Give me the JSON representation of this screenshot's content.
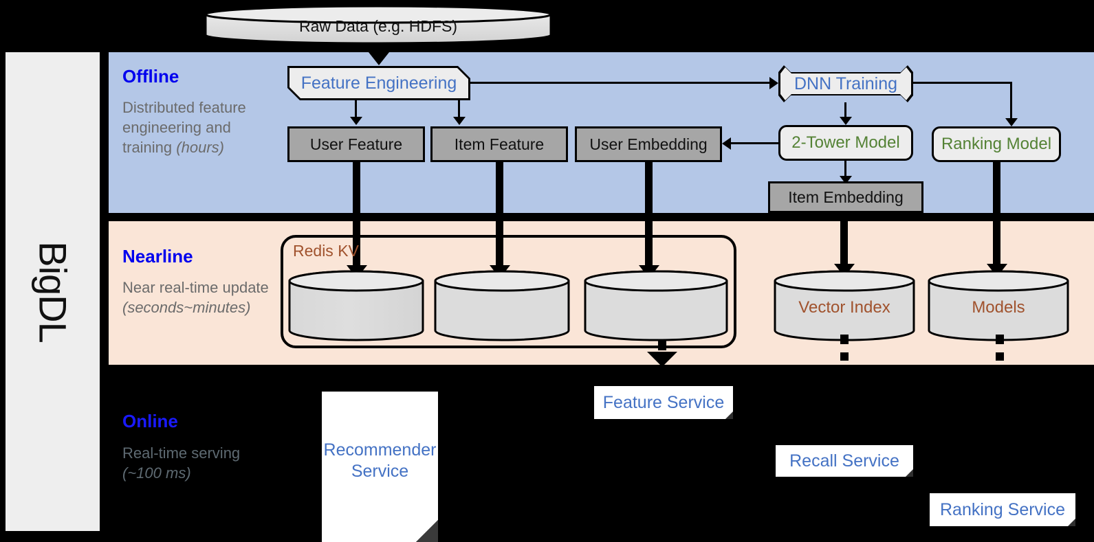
{
  "sidebar": {
    "label": "BigDL"
  },
  "bands": {
    "offline": {
      "title": "Offline",
      "desc_line1": "Distributed feature engineering and training ",
      "desc_italic": "(hours)"
    },
    "nearline": {
      "title": "Nearline",
      "desc_line1": "Near real-time update ",
      "desc_italic": "(seconds~minutes)"
    },
    "online": {
      "title": "Online",
      "desc_line1": "Real-time serving ",
      "desc_italic": "(~100 ms)"
    }
  },
  "nodes": {
    "raw_data": "Raw Data (e.g. HDFS)",
    "feature_engineering": "Feature Engineering",
    "dnn_training": "DNN Training",
    "user_feature": "User Feature",
    "item_feature": "Item Feature",
    "user_embedding": "User Embedding",
    "two_tower_model": "2-Tower Model",
    "ranking_model": "Ranking Model",
    "item_embedding": "Item Embedding",
    "redis_kv": "Redis KV",
    "vector_index": "Vector Index",
    "models": "Models",
    "feature_service": "Feature Service",
    "recall_service": "Recall Service",
    "ranking_service": "Ranking Service",
    "recommender_service_l1": "Recommender",
    "recommender_service_l2": "Service"
  },
  "colors": {
    "offline_band": "#b4c7e7",
    "nearline_band": "#fae5d7",
    "sidebar": "#eeeeee",
    "gray_box": "#a6a6a6",
    "light_box": "#ededed",
    "blue_text": "#4472c4",
    "green_text": "#548235",
    "brown_text": "#a0522d",
    "band_title": "#0000ee",
    "band_desc": "#6b6b6b"
  }
}
